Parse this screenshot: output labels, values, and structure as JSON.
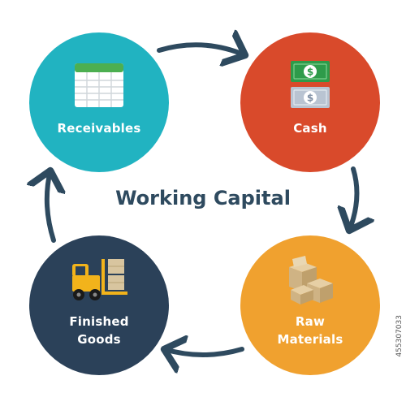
{
  "title": "Working Capital",
  "nodes": {
    "receivables": {
      "label": "Receivables",
      "color": "#21b3c1",
      "icon": "spreadsheet-icon"
    },
    "cash": {
      "label": "Cash",
      "color": "#d94a2b",
      "icon": "banknotes-icon"
    },
    "raw_materials": {
      "label_line1": "Raw",
      "label_line2": "Materials",
      "color": "#f0a12f",
      "icon": "boxes-icon"
    },
    "finished_goods": {
      "label_line1": "Finished",
      "label_line2": "Goods",
      "color": "#2b4159",
      "icon": "forklift-icon"
    }
  },
  "arrow_color": "#2e4a5f",
  "stock_id": "455307033"
}
